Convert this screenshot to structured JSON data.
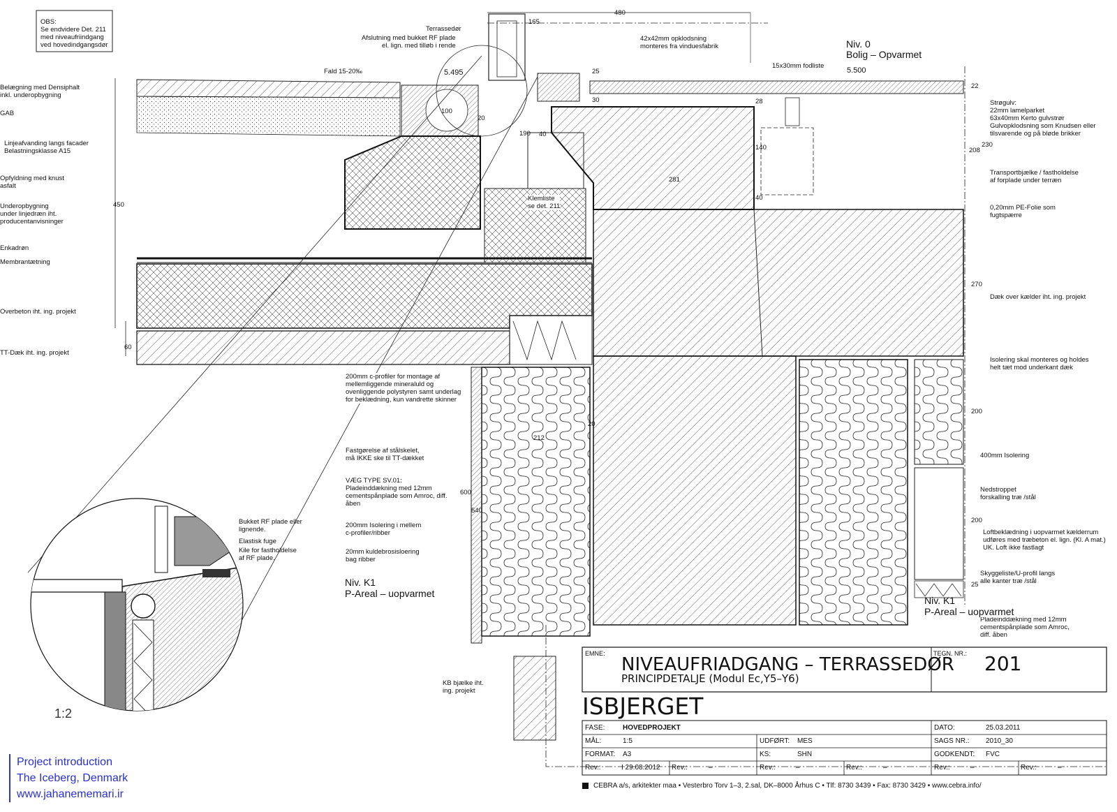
{
  "notes": {
    "obs": "OBS:\nSe endvidere Det. 211\nmed niveaufriindgang\nved hovedindgangsdør"
  },
  "left_labels": [
    {
      "id": "belaegning",
      "text": "Belægning med Densiphalt\ninkl. underopbygning"
    },
    {
      "id": "gab",
      "text": "GAB"
    },
    {
      "id": "linjeafvanding",
      "text": "Linjeafvanding langs facader\nBelastningsklasse A15"
    },
    {
      "id": "opfyldning",
      "text": "Opfyldning med knust\nasfalt"
    },
    {
      "id": "underopbygning",
      "text": "Underopbygning\nunder linjedræn iht.\nproducentanvisninger"
    },
    {
      "id": "enkadren",
      "text": "Enkadrøn"
    },
    {
      "id": "membran",
      "text": "Membrantætning"
    },
    {
      "id": "overbeton",
      "text": "Overbeton iht. ing. projekt"
    },
    {
      "id": "ttdaek",
      "text": "TT-Dæk iht. ing. projekt"
    }
  ],
  "top_labels": {
    "terrassedor": "Terrassedør",
    "afslutning": "Afslutning med bukket RF plade\nel. lign. med tilløb i rende",
    "fald": "Fald 15-20‰",
    "kote_left": "5.495",
    "opklodsning": "42x42mm opklodsning\nmonteres fra vinduesfabrik",
    "fodliste": "15x30mm fodliste",
    "kote_right": "5.500",
    "niv0": "Niv. 0",
    "bolig": "Bolig – Opvarmet",
    "klemliste": "Klemliste\nse det. 211"
  },
  "right_labels": [
    {
      "id": "stroegulv",
      "text": "Strøgulv:\n22mm lamelparket\n63x40mm Kerto gulvstrør\nGulvopklodsning som Knudsen eller\ntilsvarende og på bløde brikker"
    },
    {
      "id": "transport",
      "text": "Transportbjælke / fastholdelse\naf forplade under terræn"
    },
    {
      "id": "pefolie",
      "text": "0,20mm PE-Folie som\nfugtspærre"
    },
    {
      "id": "daek",
      "text": "Dæk over kælder iht. ing. projekt"
    },
    {
      "id": "isolering_tet",
      "text": "Isolering skal monteres og holdes\nhelt tæt mod underkant dæk"
    },
    {
      "id": "isolering400",
      "text": "400mm Isolering"
    },
    {
      "id": "nedstroppet",
      "text": "Nedstroppet\nforskalling træ /stål"
    },
    {
      "id": "loftbeklaedning",
      "text": "Loftbeklædning i uopvarmet kælderrum\nudføres med træbeton el. lign. (Kl. A mat.)\nUK. Loft ikke fastlagt"
    },
    {
      "id": "skyggeliste",
      "text": "Skyggeliste/U-profil langs\nalle kanter træ /stål"
    },
    {
      "id": "pladeinddaekning2",
      "text": "Pladeinddækning med 12mm\ncementspånplade som Amroc,\ndiff. åben"
    }
  ],
  "mid_labels": [
    {
      "id": "cprofiler",
      "text": "200mm c-profiler for montage af\nmellemliggende mineraluld og\novenliggende polystyren samt underlag\nfor beklædning, kun vandrette skinner"
    },
    {
      "id": "fastgoerelse",
      "text": "Fastgørelse af stålskelet,\nmå IKKE ske til TT-dækket"
    },
    {
      "id": "vaegtype",
      "text": "VÆG TYPE SV.01:\nPladeinddækning med 12mm\ncementspånplade som Amroc, diff.\nåben"
    },
    {
      "id": "isolering200",
      "text": "200mm Isolering i mellem\nc-profiler/ribber"
    },
    {
      "id": "kuldebro",
      "text": "20mm kuldebrosisloering\nbag ribber"
    },
    {
      "id": "kbbjaelke",
      "text": "KB bjælke iht.\ning. projekt"
    }
  ],
  "levels": {
    "k1_left_a": "Niv. K1",
    "k1_left_b": "P-Areal – uopvarmet",
    "k1_right_a": "Niv. K1",
    "k1_right_b": "P-Areal – uopvarmet"
  },
  "detail_labels": [
    {
      "id": "bukket",
      "text": "Bukket RF plade eller\nlignende."
    },
    {
      "id": "elastisk",
      "text": "Elastisk fuge"
    },
    {
      "id": "kile",
      "text": "Kile for fastholdelse\naf RF plade."
    }
  ],
  "detail_scale": "1:2",
  "dimensions": {
    "d480": "480",
    "d165": "165",
    "d25a": "25",
    "d30": "30",
    "d28": "28",
    "d100": "100",
    "d20a": "20",
    "d190": "190",
    "d40a": "40",
    "d140": "140",
    "d40b": "40",
    "d281": "281",
    "d22": "22",
    "d208": "208",
    "d230": "230",
    "d450": "450",
    "d60": "60",
    "d270": "270",
    "d20b": "20",
    "d212": "212",
    "d600": "600",
    "d540": "540",
    "d200a": "200",
    "d200b": "200",
    "d25b": "25"
  },
  "title_block": {
    "emne_label": "EMNE:",
    "title": "NIVEAUFRIADGANG – TERRASSEDØR",
    "subtitle": "PRINCIPDETALJE (Modul Ec,Y5–Y6)",
    "tegn_label": "TEGN. NR.:",
    "tegn_nr": "201",
    "project": "ISBJERGET",
    "fase_label": "FASE:",
    "fase": "HOVEDPROJEKT",
    "dato_label": "DATO:",
    "dato": "25.03.2011",
    "mal_label": "MÅL:",
    "mal": "1:5",
    "udfort_label": "UDFØRT:",
    "udfort": "MES",
    "sags_label": "SAGS NR.:",
    "sags": "2010_30",
    "format_label": "FORMAT:",
    "format": "A3",
    "ks_label": "KS:",
    "ks": "SHN",
    "godkendt_label": "GODKENDT:",
    "godkendt": "FVC",
    "rev_label": "Rev.:",
    "rev1": "I  29.08.2012",
    "rev_dash": "–",
    "footer": "CEBRA a/s, arkitekter maa  •  Vesterbro Torv 1–3, 2.sal, DK–8000 Århus  C  •  Tlf: 8730 3439  •  Fax: 8730 3429  •  www.cebra.info/"
  },
  "footer_overlay": {
    "line1": "Project introduction",
    "line2": "The Iceberg, Denmark",
    "line3": "www.jahanememari.ir"
  },
  "colors": {
    "ink": "#111111",
    "overlay": "#2a2fd0"
  }
}
